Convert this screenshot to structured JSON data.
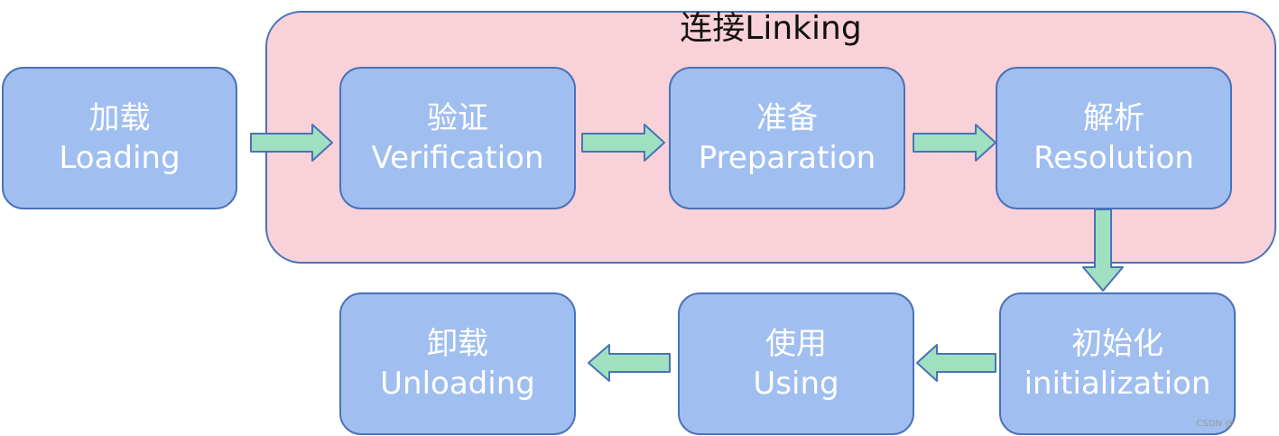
{
  "group": {
    "title": "连接Linking"
  },
  "nodes": {
    "loading": {
      "zh": "加载",
      "en": "Loading"
    },
    "verification": {
      "zh": "验证",
      "en": "Verification"
    },
    "preparation": {
      "zh": "准备",
      "en": "Preparation"
    },
    "resolution": {
      "zh": "解析",
      "en": "Resolution"
    },
    "initialization": {
      "zh": "初始化",
      "en": "initialization"
    },
    "using": {
      "zh": "使用",
      "en": "Using"
    },
    "unloading": {
      "zh": "卸载",
      "en": "Unloading"
    }
  },
  "watermark": "CSDN @",
  "colors": {
    "node_fill": "#a0bff0",
    "node_border": "#4a72b8",
    "group_fill": "#f9d1d8",
    "arrow_fill": "#9fe0c0",
    "arrow_border": "#4a72b8"
  }
}
